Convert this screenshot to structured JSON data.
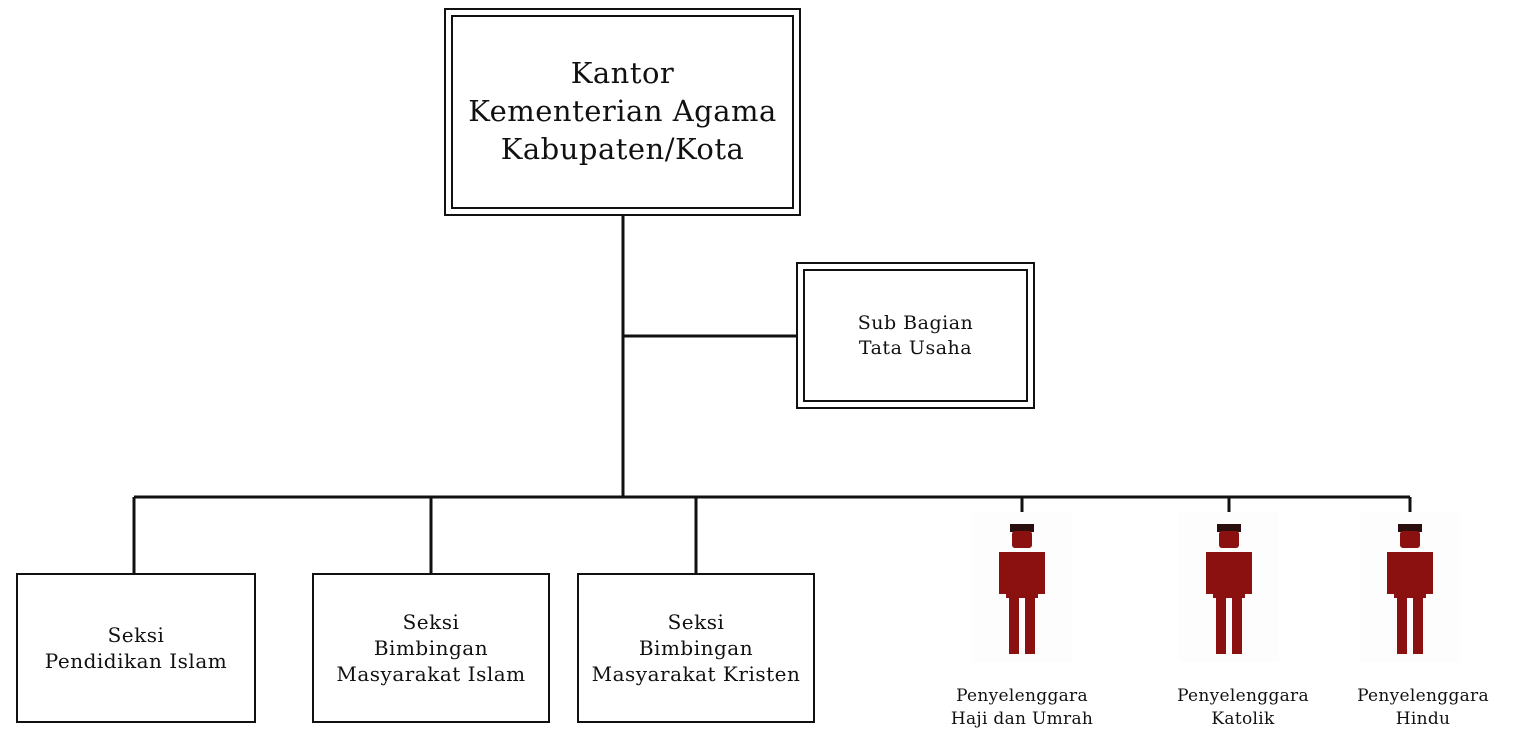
{
  "head_office": {
    "label": "Kantor\nKementerian Agama\nKabupaten/Kota"
  },
  "sub_office": {
    "label": "Sub Bagian\nTata Usaha"
  },
  "sections": [
    {
      "label": "Seksi\nPendidikan Islam"
    },
    {
      "label": "Seksi\nBimbingan\nMasyarakat Islam"
    },
    {
      "label": "Seksi\nBimbingan\nMasyarakat Kristen"
    }
  ],
  "organizers": [
    {
      "label": "Penyelenggara\nHaji dan Umrah",
      "icon": "person-icon"
    },
    {
      "label": "Penyelenggara\nKatolik",
      "icon": "person-icon"
    },
    {
      "label": "Penyelenggara\nHindu",
      "icon": "person-icon"
    }
  ],
  "colors": {
    "person_body": "#8b1010",
    "person_head": "#2a0f0f",
    "line": "#111111"
  }
}
